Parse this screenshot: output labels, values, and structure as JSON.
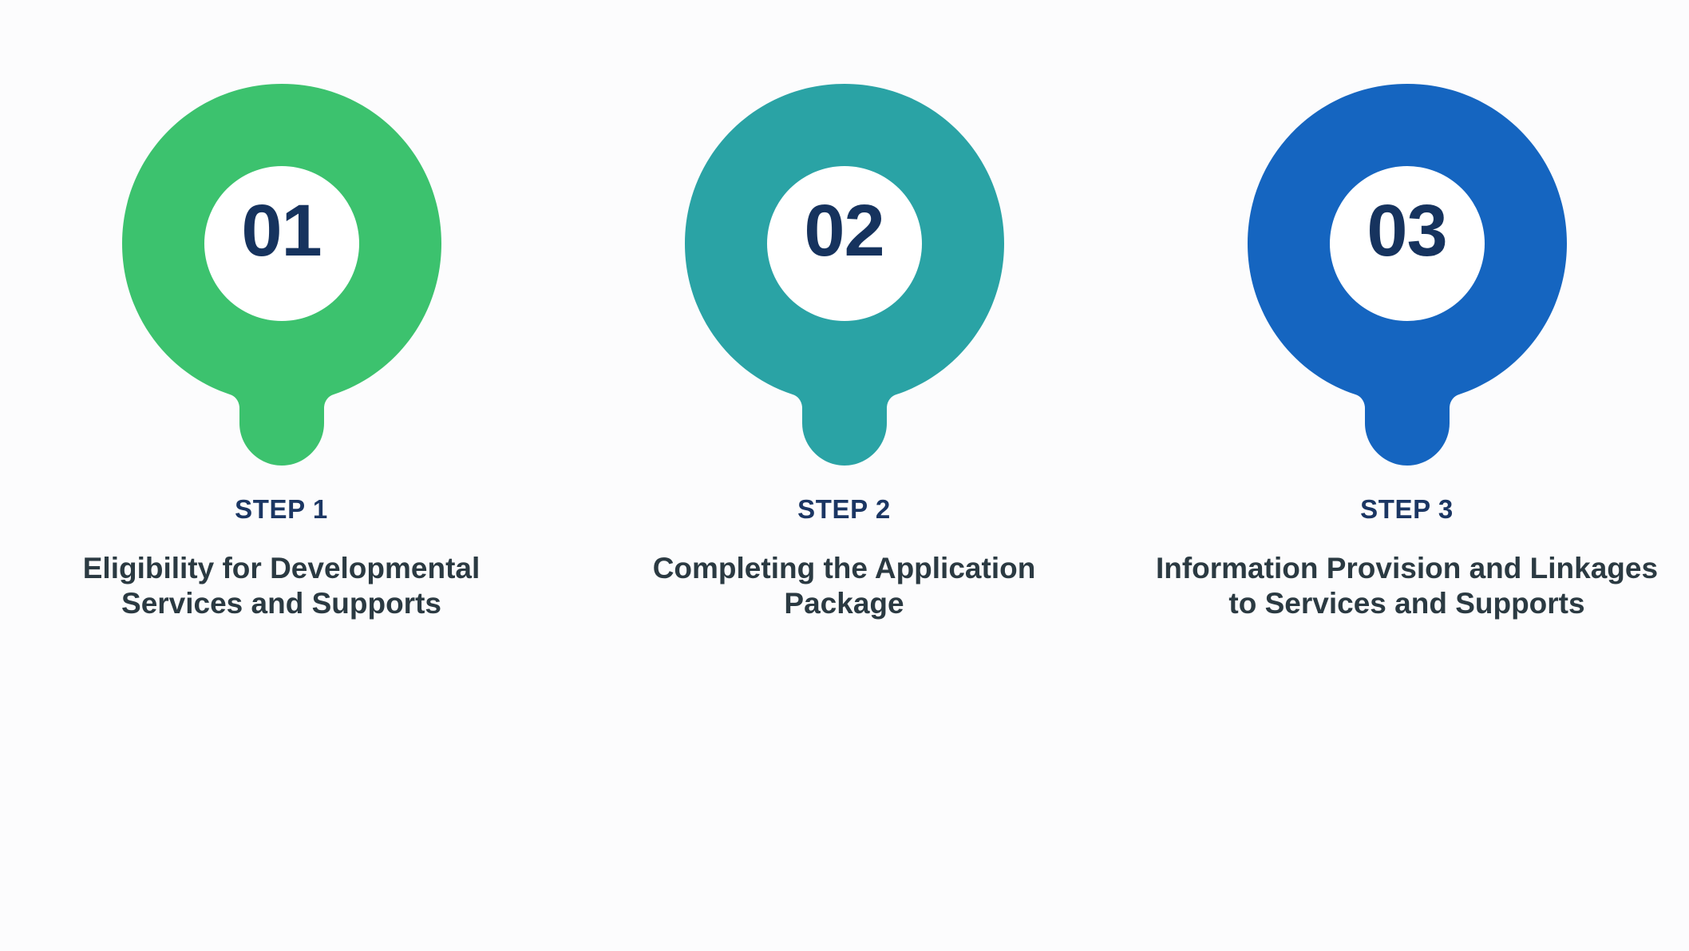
{
  "background_color": "#fcfcfd",
  "layout": {
    "type": "three-step-process",
    "orientation": "horizontal",
    "marker_shape": "map-pin"
  },
  "palette": {
    "step1": "#3cc26e",
    "step2": "#2aa3a5",
    "step3": "#1565c0",
    "number_text": "#16335e",
    "step_label_text": "#1b3663",
    "description_text": "#2b3a42",
    "marker_inner": "#ffffff"
  },
  "steps": [
    {
      "number": "01",
      "label": "STEP 1",
      "description": "Eligibility for Developmental Services and Supports",
      "color": "#3cc26e",
      "icon": "map-pin-marker"
    },
    {
      "number": "02",
      "label": "STEP 2",
      "description": "Completing the Application Package",
      "color": "#2aa3a5",
      "icon": "map-pin-marker"
    },
    {
      "number": "03",
      "label": "STEP 3",
      "description": "Information Provision and Linkages to Services and Supports",
      "color": "#1565c0",
      "icon": "map-pin-marker"
    }
  ]
}
